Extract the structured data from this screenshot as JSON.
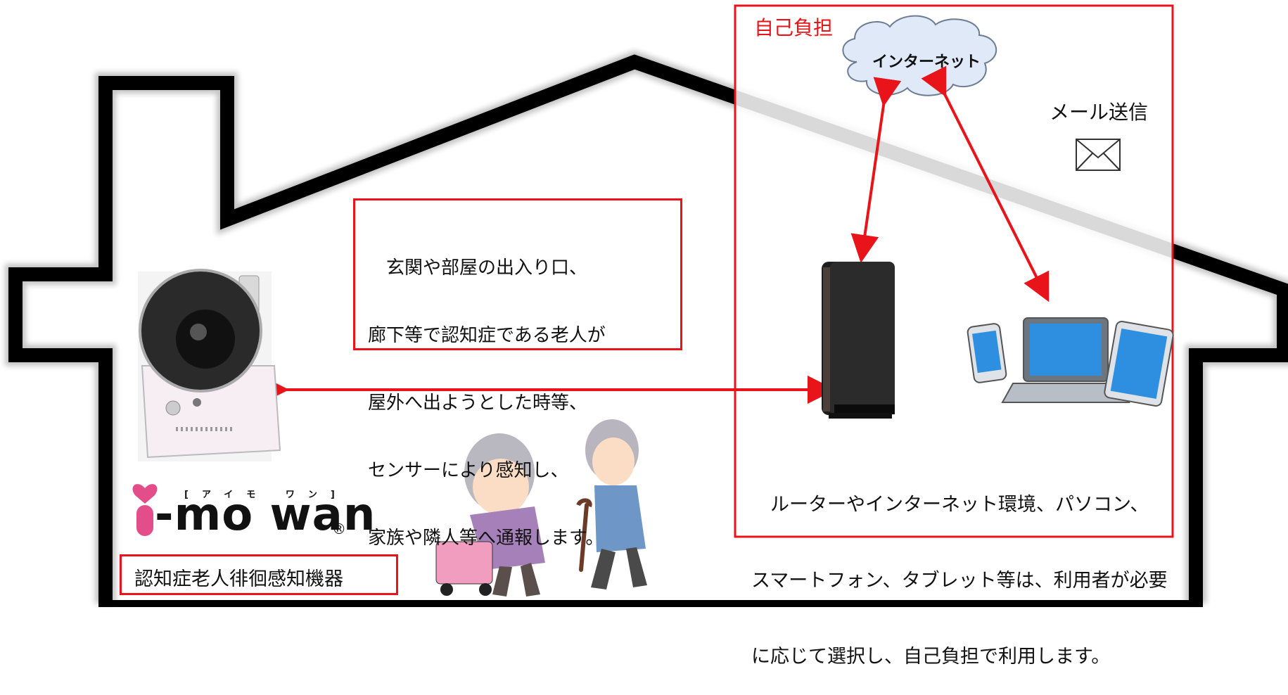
{
  "self_pay_label": "自己負担",
  "internet_label": "インターネット",
  "mail_label": "メール送信",
  "notice_lines": [
    "　玄関や部屋の出入り口、",
    "廊下等で認知症である老人が",
    "屋外へ出ようとした時等、",
    "センサーにより感知し、",
    "家族や隣人等へ通報します。"
  ],
  "note_lines": [
    "　ルーターやインターネット環境、パソコン、",
    "スマートフォン、タブレット等は、利用者が必要",
    "に応じて選択し、自己負担で利用します。"
  ],
  "logo": {
    "kana": "[アイモ ワン]",
    "word": "-mo wan",
    "reg": "®"
  },
  "device_label": "認知症老人徘徊感知機器",
  "colors": {
    "accent_red": "#e8141a",
    "arrow_red": "#e8141a",
    "cloud": "#dfe9f7",
    "device_blue": "#2e8fe0"
  },
  "icons": [
    "house-outline",
    "cloud-icon",
    "mail-icon",
    "router-image",
    "laptop-icon",
    "smartphone-icon",
    "tablet-icon",
    "camera-sensor-image",
    "elderly-couple-image",
    "heart-icon"
  ]
}
